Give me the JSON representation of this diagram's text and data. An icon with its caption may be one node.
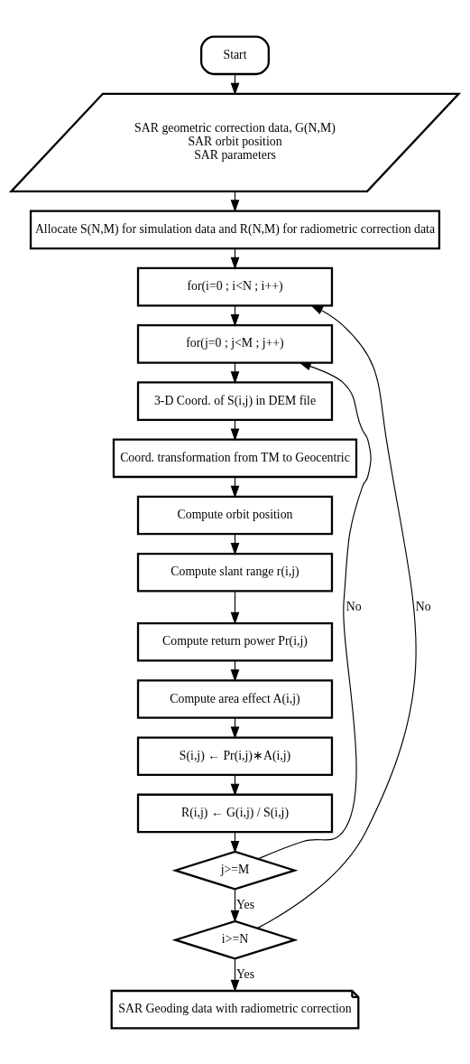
{
  "diagram": {
    "nodes": [
      {
        "text": [
          "Start"
        ]
      },
      {
        "text": [
          "SAR geometric correction data, G(N,M)",
          "SAR orbit position",
          "SAR parameters"
        ]
      },
      {
        "text": [
          "Allocate S(N,M) for simulation data and R(N,M) for radiometric correction data"
        ]
      },
      {
        "text": [
          "for(i=0 ; i<N ; i++)"
        ]
      },
      {
        "text": [
          "for(j=0 ; j<M ; j++)"
        ]
      },
      {
        "text": [
          "3-D Coord. of S(i,j) in DEM file"
        ]
      },
      {
        "text": [
          "Coord. transformation from TM to Geocentric"
        ]
      },
      {
        "text": [
          "Compute orbit position"
        ]
      },
      {
        "text": [
          "Compute slant range r(i,j)"
        ]
      },
      {
        "text": [
          "Compute return power Pr(i,j)"
        ]
      },
      {
        "text": [
          "Compute area effect A(i,j)"
        ]
      },
      {
        "text": [
          "S(i,j) ← Pr(i,j)∗A(i,j)"
        ]
      },
      {
        "text": [
          "R(i,j) ← G(i,j) / S(i,j)"
        ]
      },
      {
        "text": [
          "j>=M"
        ]
      },
      {
        "text": [
          "i>=N"
        ]
      },
      {
        "text": [
          "SAR Geoding data with radiometric correction"
        ]
      }
    ],
    "edges": [
      {
        "from": 0,
        "to": 1,
        "arrow": "to"
      },
      {
        "from": 1,
        "to": 2,
        "arrow": "to"
      },
      {
        "from": 2,
        "to": 3,
        "arrow": "to"
      },
      {
        "from": 3,
        "to": 4,
        "arrow": "to"
      },
      {
        "from": 4,
        "to": 5,
        "arrow": "to"
      },
      {
        "from": 5,
        "to": 6,
        "arrow": "to"
      },
      {
        "from": 6,
        "to": 7,
        "arrow": "to"
      },
      {
        "from": 7,
        "to": 8,
        "arrow": "to"
      },
      {
        "from": 8,
        "to": 9,
        "arrow": "to"
      },
      {
        "from": 9,
        "to": 10,
        "arrow": "to"
      },
      {
        "from": 10,
        "to": 11,
        "arrow": "to"
      },
      {
        "from": 11,
        "to": 12,
        "arrow": "to"
      },
      {
        "from": 12,
        "to": 13,
        "arrow": "to"
      },
      {
        "from": 13,
        "to": 4,
        "arrow": "to",
        "label": "No"
      },
      {
        "from": 13,
        "to": 14,
        "arrow": "to",
        "label": "Yes"
      },
      {
        "from": 14,
        "to": 3,
        "arrow": "to",
        "label": "No"
      },
      {
        "from": 14,
        "to": 15,
        "arrow": "to",
        "label": "Yes"
      }
    ]
  }
}
